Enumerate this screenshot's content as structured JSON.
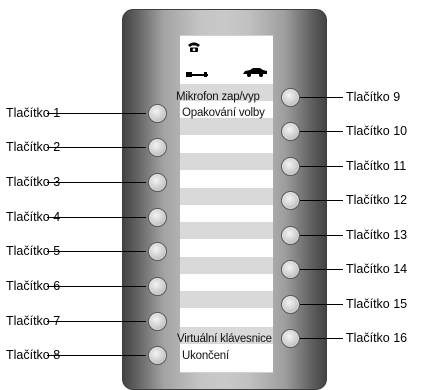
{
  "left_buttons": [
    "Tlačítko 1",
    "Tlačítko 2",
    "Tlačítko 3",
    "Tlačítko 4",
    "Tlačítko 5",
    "Tlačítko 6",
    "Tlačítko 7",
    "Tlačítko 8"
  ],
  "right_buttons": [
    "Tlačítko 9",
    "Tlačítko 10",
    "Tlačítko 11",
    "Tlačítko 12",
    "Tlačítko 13",
    "Tlačítko 14",
    "Tlačítko 15",
    "Tlačítko 16"
  ],
  "display": {
    "icons": [
      "phone-icon",
      "handset-icon",
      "car-icon"
    ],
    "microphone_label": "Mikrofon zap/vyp",
    "redial_label": "Opakování volby",
    "virtual_keyboard_label": "Virtuální klávesnice",
    "exit_label": "Ukončení"
  },
  "colors": {
    "panel_dark": "#444444",
    "panel_light": "#c9c9c9",
    "key_face": "#d4d4d4",
    "strip": "#d9d9d9"
  }
}
